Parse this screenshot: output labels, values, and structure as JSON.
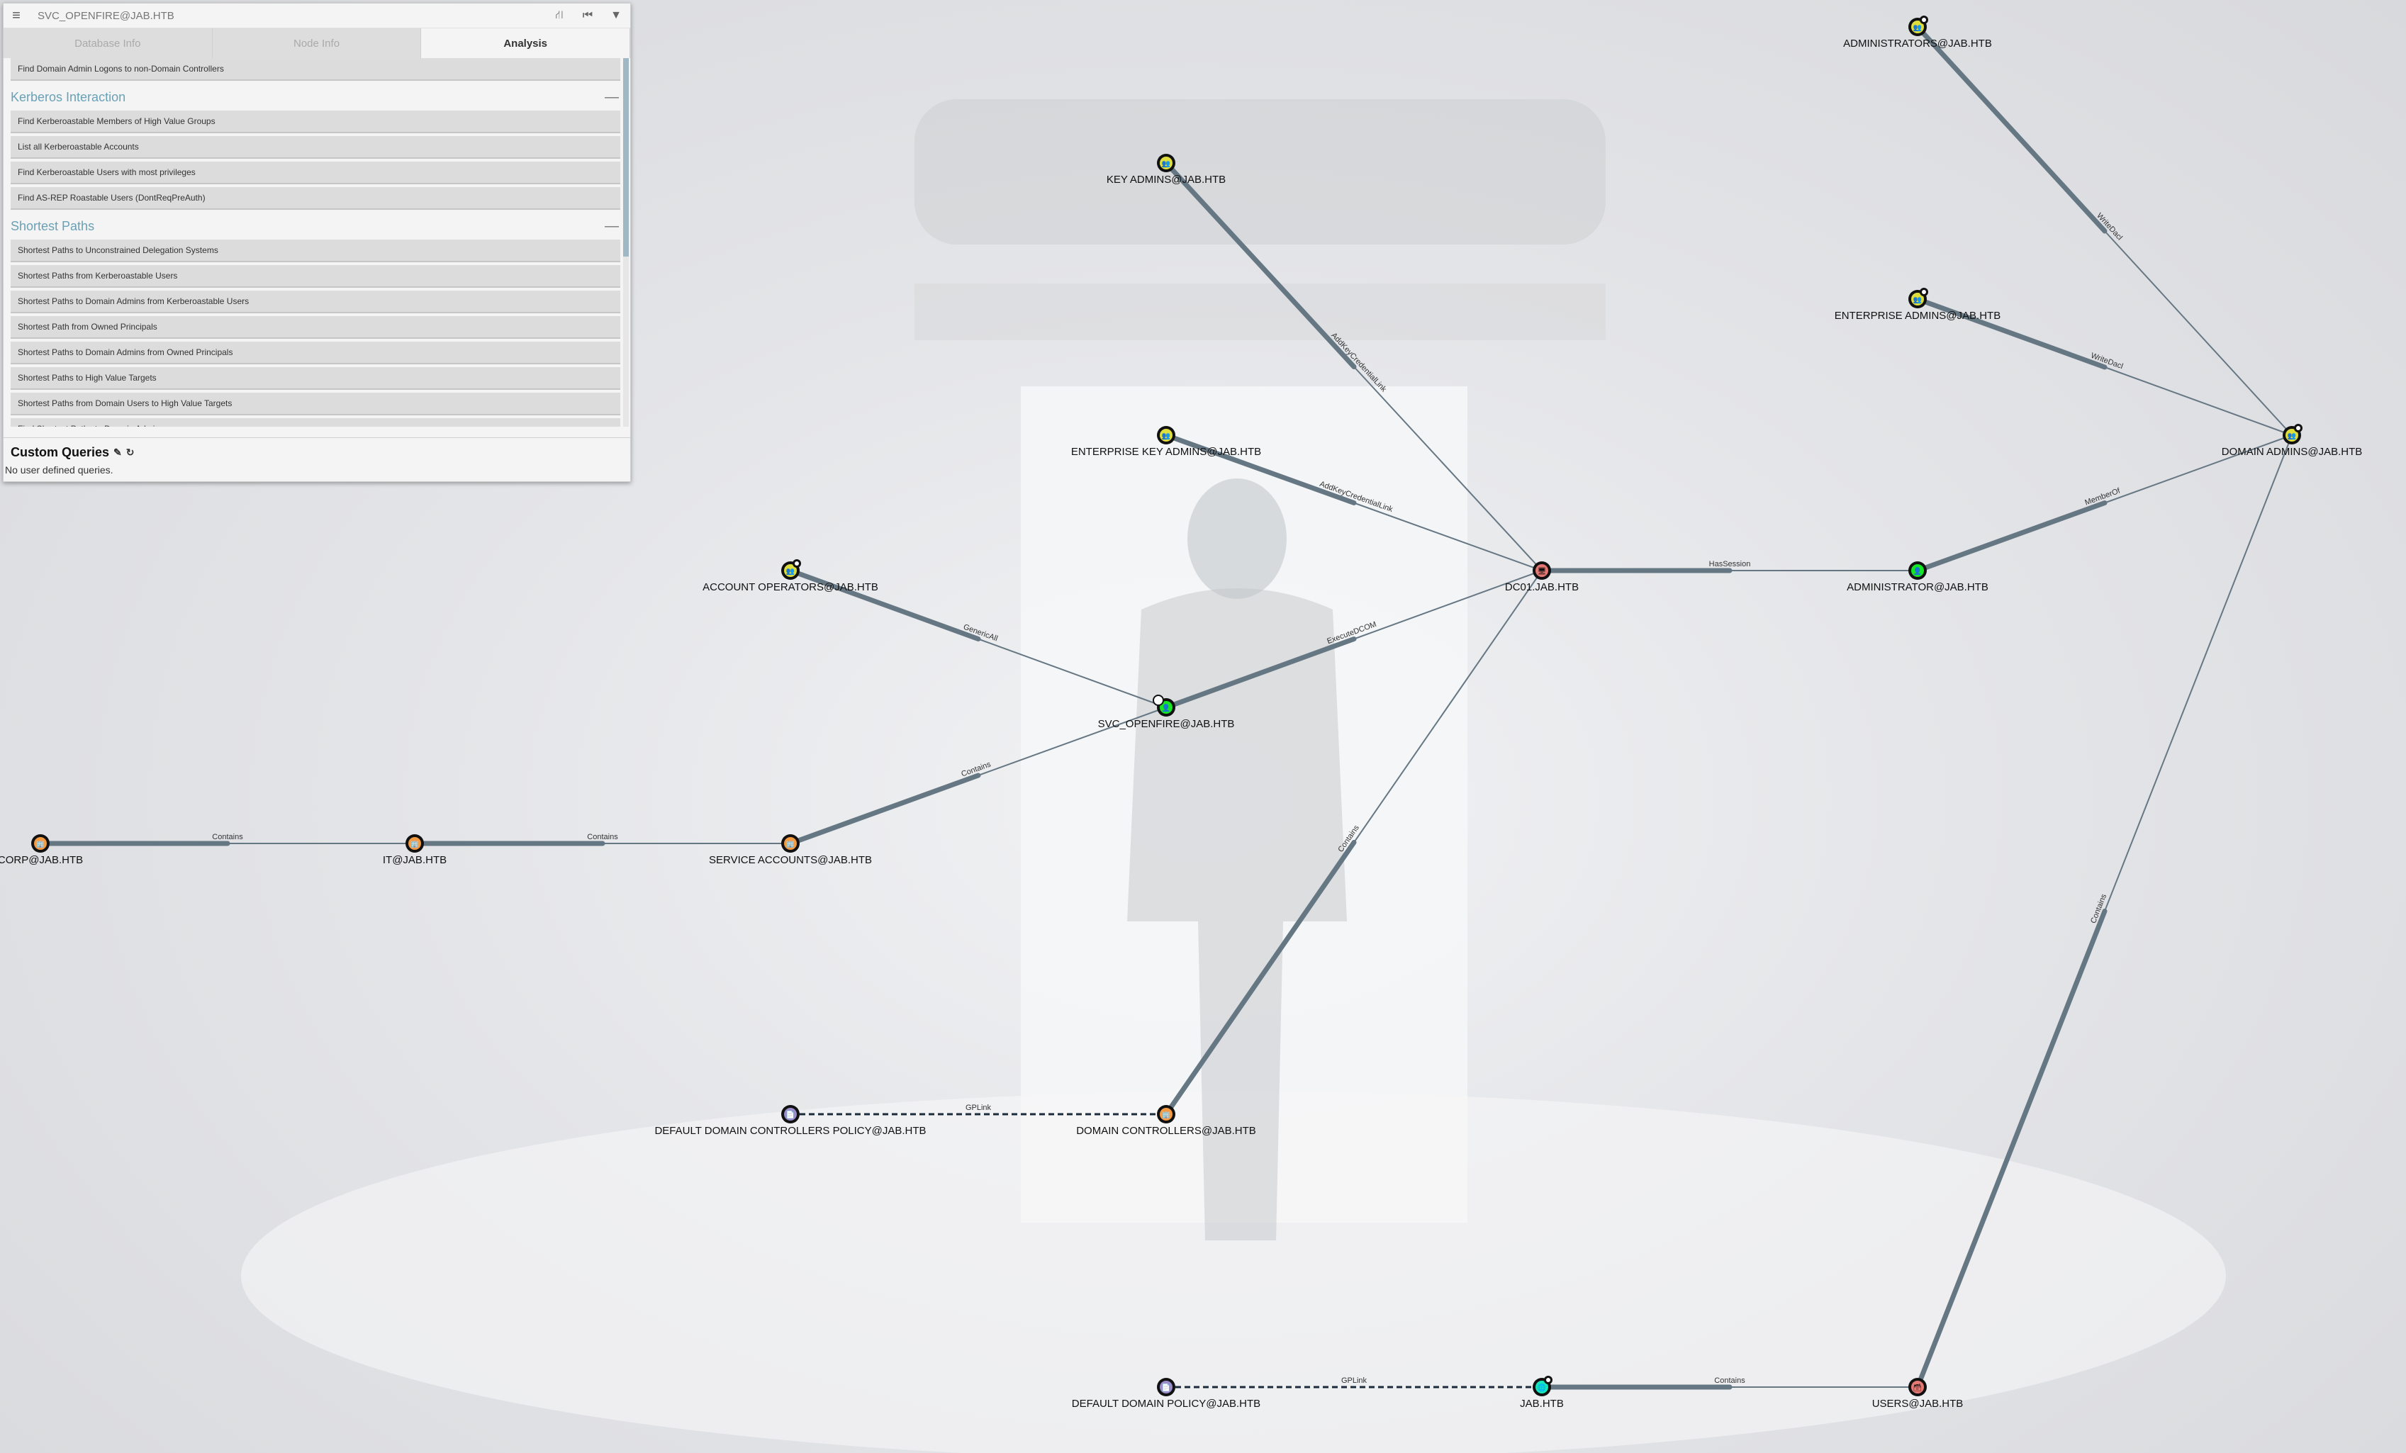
{
  "search": {
    "value": "SVC_OPENFIRE@JAB.HTB"
  },
  "toolbar": {
    "menu_icon": "hamburger-icon",
    "path_icon": "road-icon",
    "back_icon": "back-icon",
    "filter_icon": "filter-icon"
  },
  "tabs": [
    {
      "label": "Database Info",
      "active": false
    },
    {
      "label": "Node Info",
      "active": false
    },
    {
      "label": "Analysis",
      "active": true
    }
  ],
  "analysis": {
    "top_query": "Find Domain Admin Logons to non-Domain Controllers",
    "sections": [
      {
        "title": "Kerberos Interaction",
        "queries": [
          "Find Kerberoastable Members of High Value Groups",
          "List all Kerberoastable Accounts",
          "Find Kerberoastable Users with most privileges",
          "Find AS-REP Roastable Users (DontReqPreAuth)"
        ]
      },
      {
        "title": "Shortest Paths",
        "queries": [
          "Shortest Paths to Unconstrained Delegation Systems",
          "Shortest Paths from Kerberoastable Users",
          "Shortest Paths to Domain Admins from Kerberoastable Users",
          "Shortest Path from Owned Principals",
          "Shortest Paths to Domain Admins from Owned Principals",
          "Shortest Paths to High Value Targets",
          "Shortest Paths from Domain Users to High Value Targets",
          "Find Shortest Paths to Domain Admins"
        ]
      }
    ],
    "custom_title": "Custom Queries",
    "custom_empty": "No user defined queries."
  },
  "colors": {
    "group": "#dede3c",
    "user": "#17e625",
    "computer": "#e67873",
    "ou": "#f59b42",
    "gpo": "#998eca",
    "domain": "#17e6b9",
    "edge": "#667784",
    "accent": "#6aa1b6"
  },
  "graph": {
    "nodes": [
      {
        "id": "administrators",
        "label": "ADMINISTRATORS@JAB.HTB",
        "type": "group",
        "hv": true
      },
      {
        "id": "key_admins",
        "label": "KEY ADMINS@JAB.HTB",
        "type": "group",
        "hv": false
      },
      {
        "id": "enterprise_admins",
        "label": "ENTERPRISE ADMINS@JAB.HTB",
        "type": "group",
        "hv": true
      },
      {
        "id": "enterprise_key_admins",
        "label": "ENTERPRISE KEY ADMINS@JAB.HTB",
        "type": "group",
        "hv": false
      },
      {
        "id": "domain_admins",
        "label": "DOMAIN ADMINS@JAB.HTB",
        "type": "group",
        "hv": true
      },
      {
        "id": "dc01",
        "label": "DC01.JAB.HTB",
        "type": "computer",
        "hv": false
      },
      {
        "id": "administrator",
        "label": "ADMINISTRATOR@JAB.HTB",
        "type": "user",
        "hv": false
      },
      {
        "id": "account_operators",
        "label": "ACCOUNT OPERATORS@JAB.HTB",
        "type": "group",
        "hv": true
      },
      {
        "id": "svc_openfire",
        "label": "SVC_OPENFIRE@JAB.HTB",
        "type": "user",
        "hv": false,
        "owned": true
      },
      {
        "id": "corp",
        "label": "CORP@JAB.HTB",
        "type": "ou",
        "hv": false
      },
      {
        "id": "it",
        "label": "IT@JAB.HTB",
        "type": "ou",
        "hv": false
      },
      {
        "id": "service_accounts",
        "label": "SERVICE ACCOUNTS@JAB.HTB",
        "type": "ou",
        "hv": false
      },
      {
        "id": "default_dc_policy",
        "label": "DEFAULT DOMAIN CONTROLLERS POLICY@JAB.HTB",
        "type": "gpo",
        "hv": false
      },
      {
        "id": "domain_controllers",
        "label": "DOMAIN CONTROLLERS@JAB.HTB",
        "type": "ou",
        "hv": false
      },
      {
        "id": "default_domain_policy",
        "label": "DEFAULT DOMAIN POLICY@JAB.HTB",
        "type": "gpo",
        "hv": false
      },
      {
        "id": "jab_htb",
        "label": "JAB.HTB",
        "type": "domain",
        "hv": true
      },
      {
        "id": "users",
        "label": "USERS@JAB.HTB",
        "type": "container",
        "hv": false
      }
    ],
    "edges": [
      {
        "from": "administrators",
        "to": "domain_admins",
        "label": "WriteDacl"
      },
      {
        "from": "enterprise_admins",
        "to": "domain_admins",
        "label": "WriteDacl"
      },
      {
        "from": "administrator",
        "to": "domain_admins",
        "label": "MemberOf"
      },
      {
        "from": "key_admins",
        "to": "dc01",
        "label": "AddKeyCredentialLink"
      },
      {
        "from": "enterprise_key_admins",
        "to": "dc01",
        "label": "AddKeyCredentialLink"
      },
      {
        "from": "dc01",
        "to": "administrator",
        "label": "HasSession"
      },
      {
        "from": "account_operators",
        "to": "svc_openfire",
        "label": "GenericAll"
      },
      {
        "from": "svc_openfire",
        "to": "dc01",
        "label": "ExecuteDCOM"
      },
      {
        "from": "service_accounts",
        "to": "svc_openfire",
        "label": "Contains"
      },
      {
        "from": "corp",
        "to": "it",
        "label": "Contains"
      },
      {
        "from": "it",
        "to": "service_accounts",
        "label": "Contains"
      },
      {
        "from": "domain_controllers",
        "to": "dc01",
        "label": "Contains"
      },
      {
        "from": "default_dc_policy",
        "to": "domain_controllers",
        "label": "GPLink",
        "dashed": true
      },
      {
        "from": "default_domain_policy",
        "to": "jab_htb",
        "label": "GPLink",
        "dashed": true
      },
      {
        "from": "jab_htb",
        "to": "users",
        "label": "Contains"
      },
      {
        "from": "users",
        "to": "domain_admins",
        "label": "Contains"
      }
    ]
  }
}
